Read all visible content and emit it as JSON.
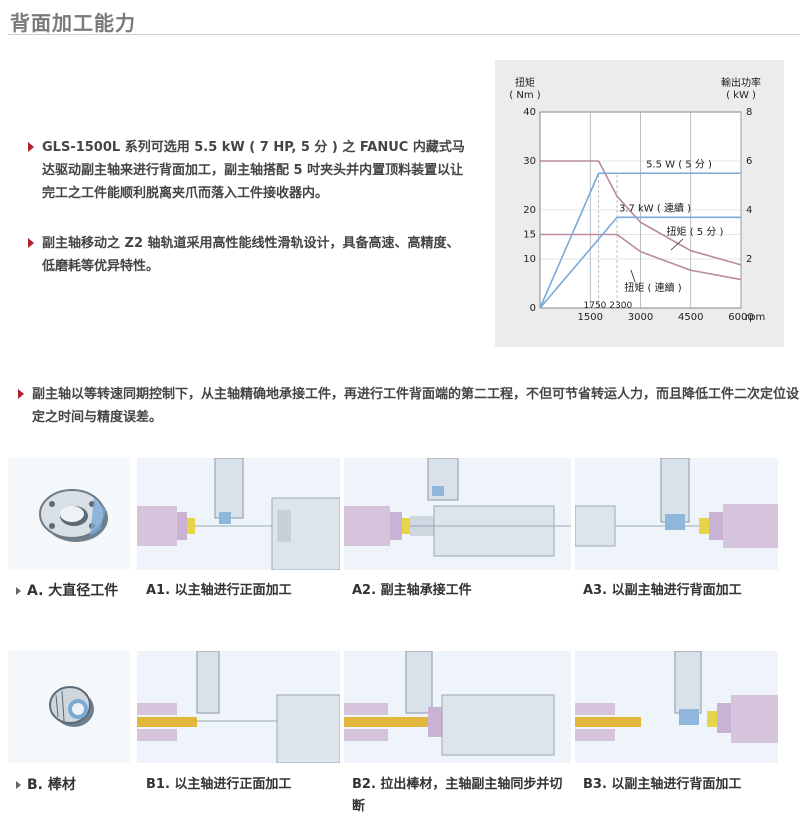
{
  "header": {
    "title": "背面加工能力"
  },
  "bullets": [
    "GLS-1500L 系列可选用 5.5 kW ( 7 HP, 5 分 ) 之 FANUC 内藏式马达驱动副主轴来进行背面加工，副主轴搭配 5 吋夹头并内置顶料装置以让完工之工件能顺利脱离夹爪而落入工件接收器内。",
    "副主轴移动之 Z2 轴轨道采用高性能线性滑轨设计，具备高速、高精度、低磨耗等优异特性。",
    "副主轴以等转速同期控制下，从主轴精确地承接工件，再进行工件背面端的第二工程，不但可节省转运人力，而且降低工件二次定位设定之时间与精度误差。"
  ],
  "chart_data": {
    "type": "line",
    "ylabel_left": "扭矩\n( Nm )",
    "ylabel_right": "輸出功率\n( kW )",
    "xlabel": "rpm",
    "x_ticks": [
      1500,
      3000,
      4500,
      6000
    ],
    "x_ticks_extra": [
      1750,
      2300
    ],
    "y_left_ticks": [
      0,
      10,
      15,
      20,
      30,
      40
    ],
    "y_right_ticks": [
      2,
      4,
      6,
      8
    ],
    "xlim": [
      0,
      6000
    ],
    "ylim": [
      0,
      40
    ],
    "y2lim": [
      0,
      8
    ],
    "series": [
      {
        "name": "扭矩 ( 5 分 )",
        "role": "torque",
        "color": "#b98aa0",
        "points": [
          [
            0,
            30
          ],
          [
            1750,
            30
          ],
          [
            2300,
            22.8
          ],
          [
            3000,
            17.5
          ],
          [
            4500,
            11.7
          ],
          [
            6000,
            8.8
          ]
        ]
      },
      {
        "name": "扭矩 ( 連續 )",
        "role": "torque",
        "color": "#b98aa0",
        "points": [
          [
            0,
            15
          ],
          [
            2300,
            15
          ],
          [
            3000,
            11.5
          ],
          [
            4500,
            7.7
          ],
          [
            6000,
            5.8
          ]
        ]
      },
      {
        "name": "5.5 W ( 5 分 )",
        "role": "power",
        "color": "#7aaad8",
        "points": [
          [
            0,
            0
          ],
          [
            1750,
            5.5
          ],
          [
            6000,
            5.5
          ]
        ]
      },
      {
        "name": "3.7 kW ( 連續 )",
        "role": "power",
        "color": "#7aaad8",
        "points": [
          [
            0,
            0
          ],
          [
            2300,
            3.7
          ],
          [
            6000,
            3.7
          ]
        ]
      }
    ],
    "annotations": [
      "5.5 W ( 5 分 )",
      "3.7 kW ( 連續 )",
      "扭矩 ( 5 分 )",
      "扭矩 ( 連續 )"
    ]
  },
  "rows": [
    {
      "label": "A. 大直径工件",
      "steps": [
        "A1. 以主轴进行正面加工",
        "A2. 副主轴承接工件",
        "A3. 以副主轴进行背面加工"
      ]
    },
    {
      "label": "B. 棒材",
      "steps": [
        "B1. 以主轴进行正面加工",
        "B2. 拉出棒材，主轴副主轴同步并切断",
        "B3. 以副主轴进行背面加工"
      ]
    }
  ],
  "colors": {
    "accent": "#b0202a",
    "tile_bg": "#f0f6fb",
    "chart_bg": "#ececec",
    "torque": "#b98aa0",
    "power": "#7aaad8"
  }
}
